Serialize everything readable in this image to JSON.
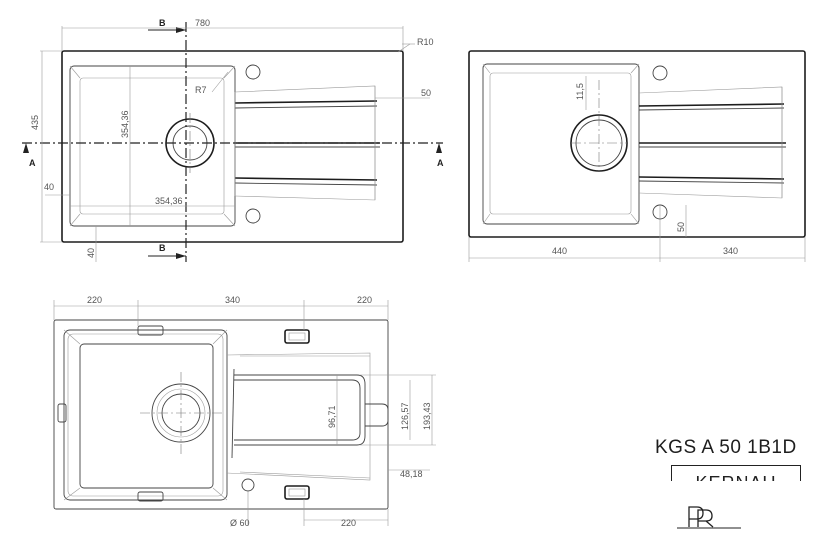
{
  "drawing": {
    "model": "KGS A 50 1B1D",
    "brand": "KERNAU",
    "logo_text": "PR",
    "top_view": {
      "overall_width": "780",
      "overall_height": "435",
      "corner_radius": "R10",
      "inner_radius": "R7",
      "bowl_width": "354,36",
      "bowl_height": "354,36",
      "drainer_offset": "50",
      "edge_left": "40",
      "edge_bottom": "40",
      "section_b": "B",
      "section_a": "A"
    },
    "right_view": {
      "depth_marker": "11,5",
      "bowl_part": "440",
      "drainer_part": "340",
      "edge": "50"
    },
    "bottom_view": {
      "left_width": "220",
      "middle_width": "340",
      "right_width": "220",
      "bottom_right_width": "220",
      "outlet_diameter": "Ø 60",
      "groove_inner": "96,71",
      "groove_mid": "126,57",
      "groove_outer": "193,43",
      "groove_offset": "48,18"
    }
  }
}
